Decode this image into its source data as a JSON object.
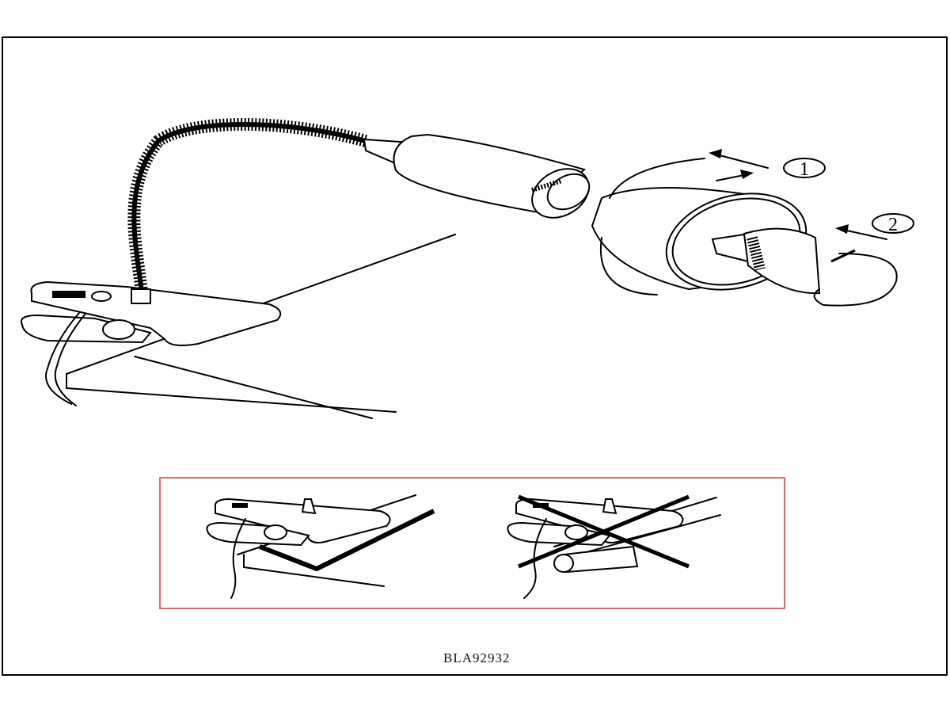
{
  "diagram": {
    "step_labels": [
      "1",
      "2"
    ],
    "model_code": "BLA92932",
    "colors": {
      "frame": "#000000",
      "inset_border": "#d23a3a"
    }
  }
}
